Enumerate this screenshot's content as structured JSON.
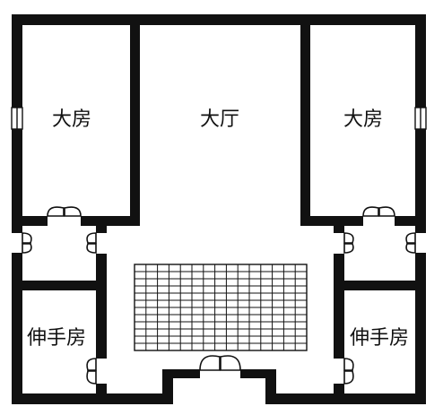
{
  "rooms": {
    "left_bedroom": "大房",
    "hall": "大厅",
    "right_bedroom": "大房",
    "left_side_room": "伸手房",
    "right_side_room": "伸手房"
  },
  "colors": {
    "wall": "#111111",
    "background": "#ffffff"
  },
  "courtyard_grid": {
    "columns": 15,
    "rows": 12
  }
}
